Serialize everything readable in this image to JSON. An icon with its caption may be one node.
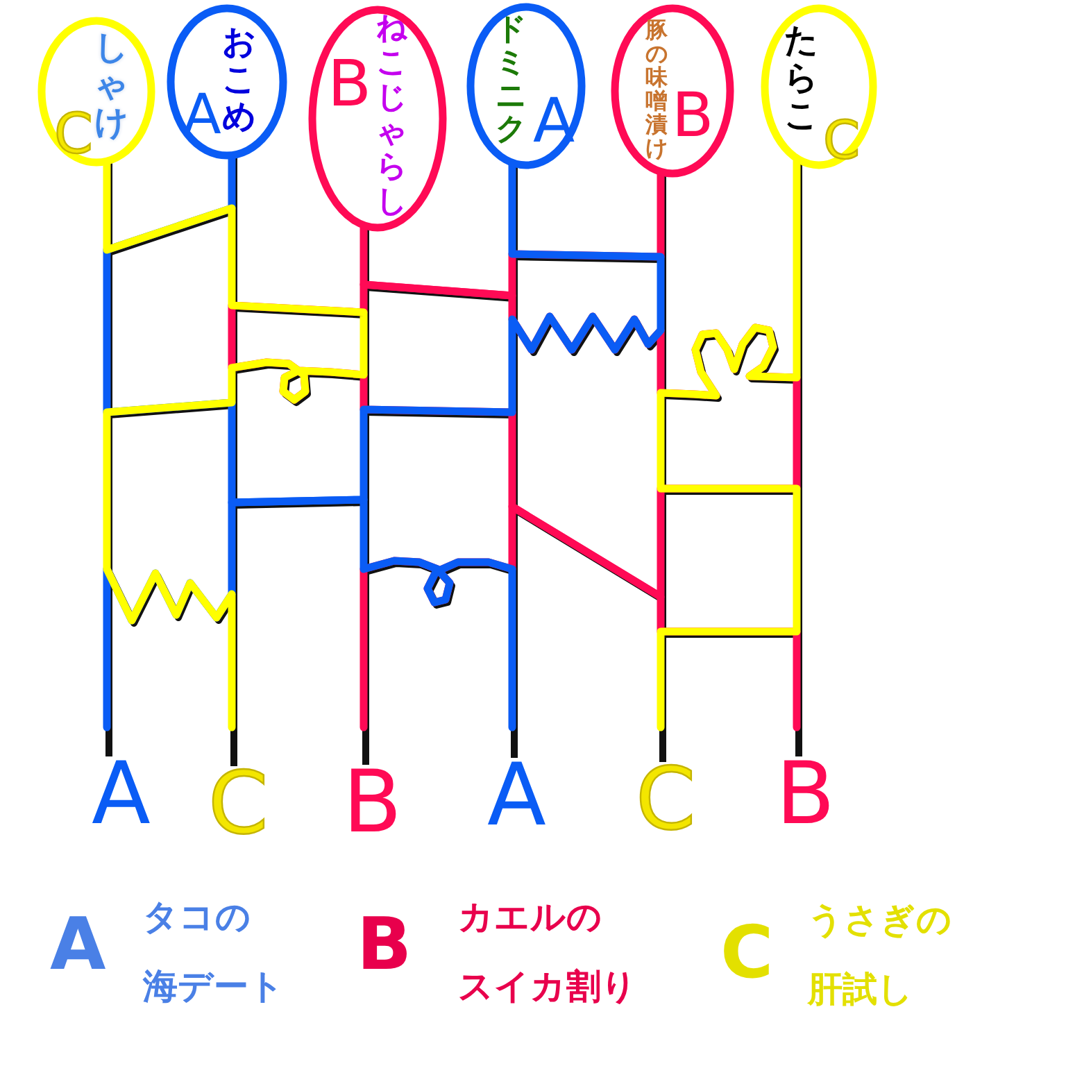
{
  "diagram": {
    "nodes": [
      {
        "text": [
          "C",
          "しゃけ"
        ]
      },
      {
        "text": [
          "A",
          "おこめ"
        ]
      },
      {
        "text": [
          "B",
          "ねこじゃらし"
        ]
      },
      {
        "text": [
          "ドミニク",
          "A"
        ]
      },
      {
        "text": [
          "豚の味噌漬け",
          "B"
        ]
      },
      {
        "text": [
          "たらこ",
          "C"
        ]
      },
      {
        "text": [
          "A"
        ]
      },
      {
        "text": [
          "C"
        ]
      },
      {
        "text": [
          "B"
        ]
      },
      {
        "text": [
          "A"
        ]
      },
      {
        "text": [
          "C"
        ]
      },
      {
        "text": [
          "B"
        ]
      }
    ],
    "edges": [
      {
        "from": 0,
        "to": 6,
        "arrow": "none"
      },
      {
        "from": 1,
        "to": 7,
        "arrow": "none"
      },
      {
        "from": 2,
        "to": 8,
        "arrow": "none"
      },
      {
        "from": 3,
        "to": 9,
        "arrow": "none"
      },
      {
        "from": 4,
        "to": 10,
        "arrow": "none"
      },
      {
        "from": 5,
        "to": 11,
        "arrow": "none"
      }
    ],
    "labels": [
      "A",
      "タコの海デート",
      "B",
      "カエルのスイカ割り",
      "C",
      "うさぎの肝試し"
    ]
  }
}
